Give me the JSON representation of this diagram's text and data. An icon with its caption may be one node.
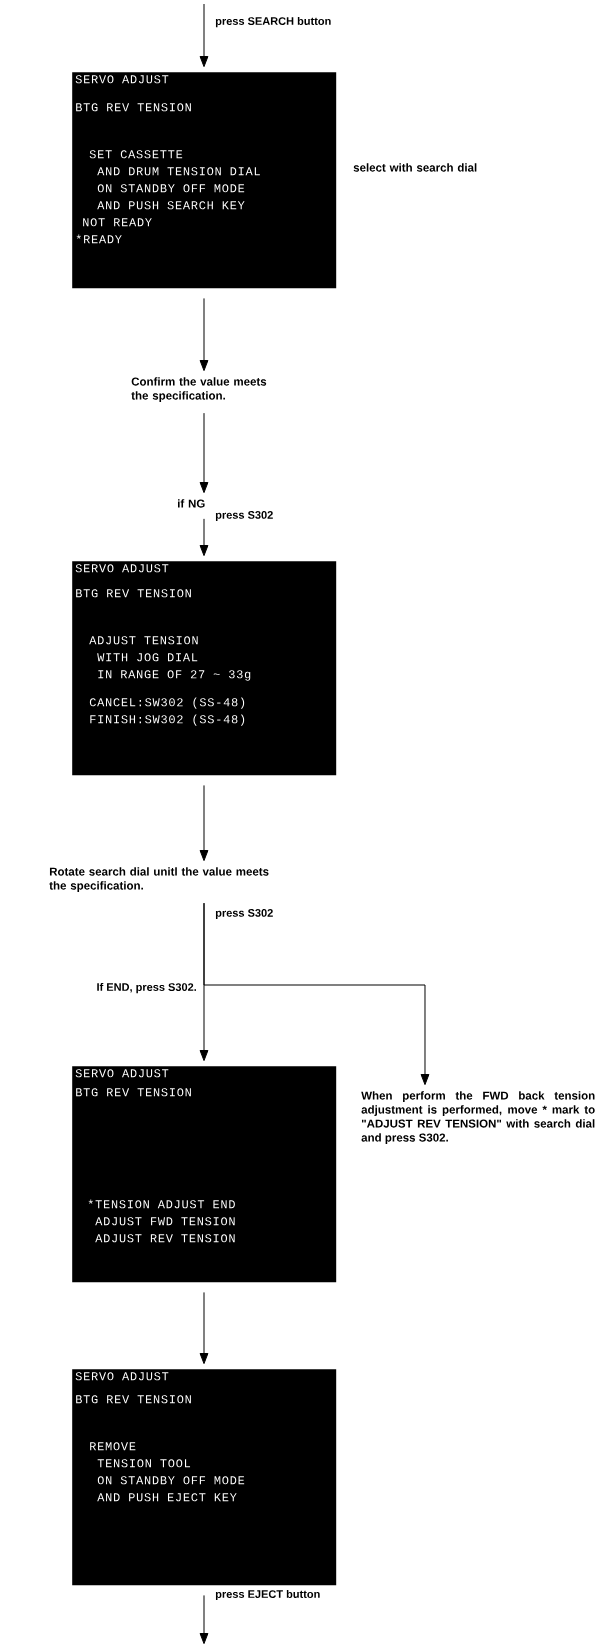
{
  "diagram": {
    "nodes": [
      {
        "text": [
          "SERVO ADJUST",
          "BTG REV TENSION",
          "SET CASSETTE",
          "AND DRUM TENSION DIAL",
          "ON STANDBY OFF MODE",
          "AND PUSH SEARCH KEY",
          "NOT READY",
          "*READY"
        ],
        "beside": [
          "select with search dial"
        ]
      },
      {
        "text": [
          "Confirm the value meets the specification."
        ]
      },
      {
        "text": [
          "if NG"
        ]
      },
      {
        "text": [
          "SERVO ADJUST",
          "BTG REV TENSION",
          "ADJUST TENSION",
          "WITH JOG DIAL",
          "IN RANGE OF 27 ~ 33g",
          "CANCEL:SW302 (SS-48)",
          "FINISH:SW302 (SS-48)"
        ]
      },
      {
        "text": [
          "Rotate search dial unitl the value meets the specification."
        ]
      },
      {
        "text": [
          "SERVO ADJUST",
          "BTG REV TENSION",
          "*TENSION ADJUST END",
          "ADJUST FWD TENSION",
          "ADJUST REV TENSION"
        ]
      },
      {
        "text": [
          "When perform the FWD back tension adjustment is performed, move * mark to \"ADJUST REV TENSION\" with search dial and press S302."
        ]
      },
      {
        "text": [
          "SERVO ADJUST",
          "BTG REV TENSION",
          "REMOVE",
          "TENSION TOOL",
          "ON STANDBY OFF MODE",
          "AND PUSH EJECT KEY"
        ]
      }
    ],
    "edges": [
      {
        "from": null,
        "to": 0,
        "arrow": "to",
        "label": "press SEARCH button"
      },
      {
        "from": 0,
        "to": 1,
        "arrow": "to"
      },
      {
        "from": 1,
        "to": 2,
        "arrow": "to"
      },
      {
        "from": 2,
        "to": 3,
        "arrow": "to",
        "label": "press S302"
      },
      {
        "from": 3,
        "to": 4,
        "arrow": "to"
      },
      {
        "from": 4,
        "to": 5,
        "arrow": "to",
        "label": "If END, press S302."
      },
      {
        "from": 4,
        "to": 6,
        "arrow": "to",
        "label": "press S302"
      },
      {
        "from": 5,
        "to": 7,
        "arrow": "to"
      },
      {
        "from": 7,
        "to": null,
        "arrow": "to",
        "label": "press EJECT button"
      }
    ]
  }
}
